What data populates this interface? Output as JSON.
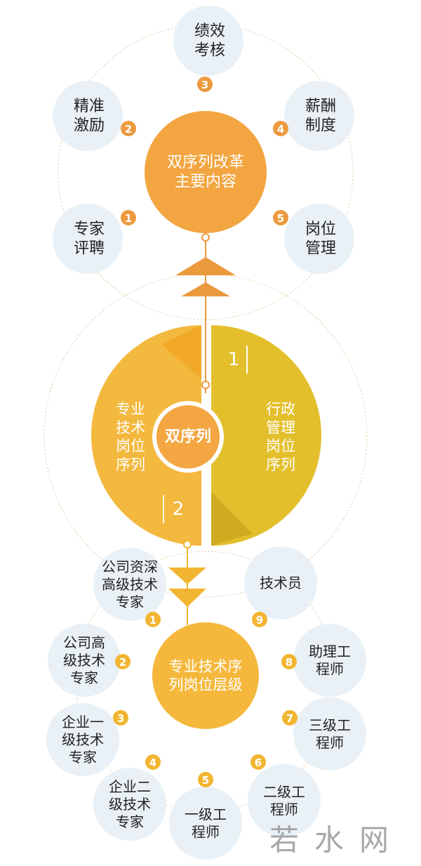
{
  "colors": {
    "bubble": "#E9F1F6",
    "orange": "#F2A541",
    "orange_badge": "#EC9A3E",
    "yellow_badge": "#F2B531",
    "left_half": "#F3B83E",
    "right_half": "#E3BF2C",
    "center_core": "#F3A642",
    "bottom_center": "#F5B83C",
    "dotted": "#E6CFA8",
    "watermark": "#9A9A9A"
  },
  "reform": {
    "center_lines": [
      "双序列改革",
      "主要内容"
    ],
    "items": [
      {
        "badge": "1",
        "lines": [
          "专家",
          "评聘"
        ]
      },
      {
        "badge": "2",
        "lines": [
          "精准",
          "激励"
        ]
      },
      {
        "badge": "3",
        "lines": [
          "绩效",
          "考核"
        ]
      },
      {
        "badge": "4",
        "lines": [
          "薪酬",
          "制度"
        ]
      },
      {
        "badge": "5",
        "lines": [
          "岗位",
          "管理"
        ]
      }
    ]
  },
  "dual": {
    "center": "双序列",
    "left_lines": [
      "专业",
      "技术",
      "岗位",
      "序列"
    ],
    "left_number": "2",
    "right_lines": [
      "行政",
      "管理",
      "岗位",
      "序列"
    ],
    "right_number": "1"
  },
  "levels": {
    "center_lines": [
      "专业技术序",
      "列岗位层级"
    ],
    "items": [
      {
        "badge": "1",
        "lines": [
          "公司资深",
          "高级技术",
          "专家"
        ]
      },
      {
        "badge": "2",
        "lines": [
          "公司高",
          "级技术",
          "专家"
        ]
      },
      {
        "badge": "3",
        "lines": [
          "企业一",
          "级技术",
          "专家"
        ]
      },
      {
        "badge": "4",
        "lines": [
          "企业二",
          "级技术",
          "专家"
        ]
      },
      {
        "badge": "5",
        "lines": [
          "一级工",
          "程师"
        ]
      },
      {
        "badge": "6",
        "lines": [
          "二级工",
          "程师"
        ]
      },
      {
        "badge": "7",
        "lines": [
          "三级工",
          "程师"
        ]
      },
      {
        "badge": "8",
        "lines": [
          "助理工",
          "程师"
        ]
      },
      {
        "badge": "9",
        "lines": [
          "技术员"
        ]
      }
    ]
  },
  "watermark": "若水网"
}
